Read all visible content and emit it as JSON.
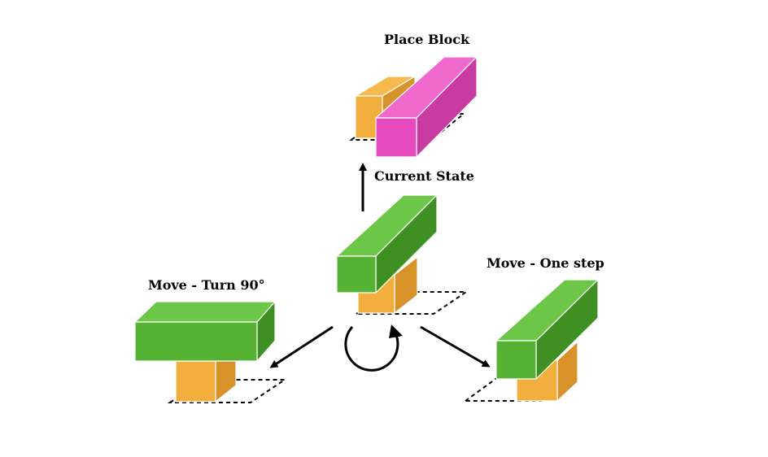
{
  "labels": {
    "place_block": "Place Block",
    "current_state": "Current State",
    "move_turn": "Move - Turn 90°",
    "move_step": "Move - One step"
  },
  "colors": {
    "green": "#56b232",
    "green_dark": "#3f8f22",
    "green_top": "#6cc648",
    "orange": "#f2ae3d",
    "orange_dark": "#d8922a",
    "magenta": "#e84bbe",
    "magenta_dark": "#c93aa2",
    "magenta_top": "#f069cc"
  }
}
